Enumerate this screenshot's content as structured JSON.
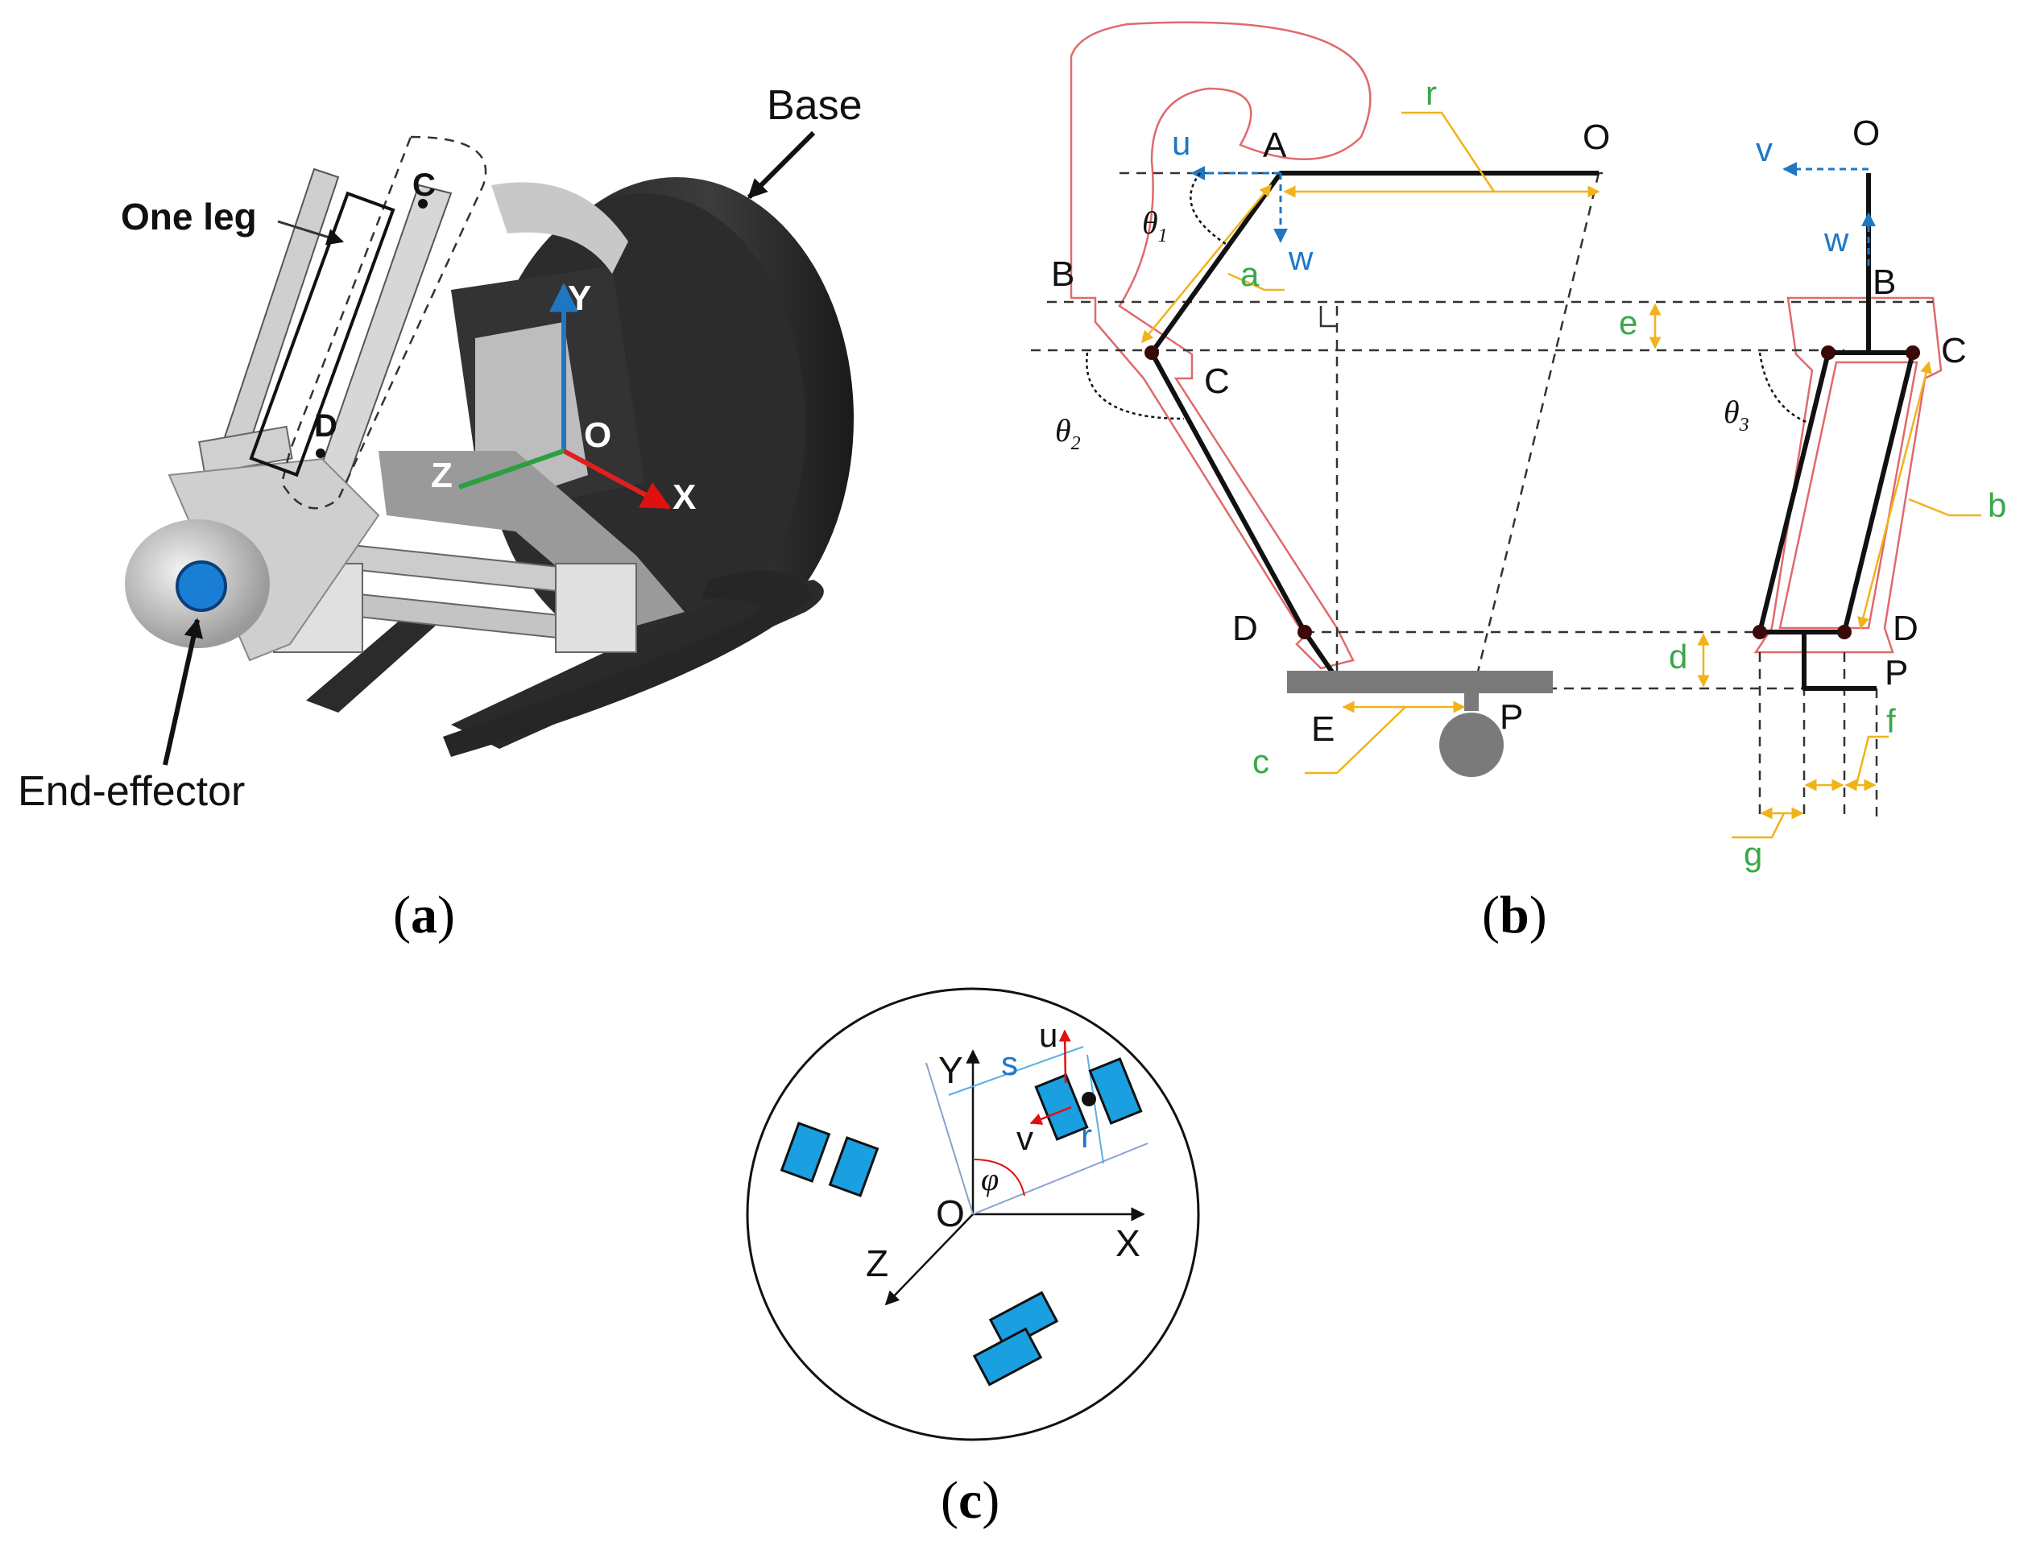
{
  "captions": {
    "a": "a",
    "b": "b",
    "c": "c"
  },
  "panel_a": {
    "base_label": "Base",
    "one_leg_label": "One leg",
    "end_effector_label": "End-effector",
    "point_c": "C",
    "point_d": "D",
    "axis_y": "Y",
    "axis_x": "X",
    "axis_z": "Z",
    "origin": "O",
    "colors": {
      "y_axis": "#1f77c4",
      "x_axis": "#e02020",
      "z_axis": "#2aa040",
      "end_effector": "#1a7fd4"
    }
  },
  "panel_b": {
    "points": {
      "A": "A",
      "O": "O",
      "B": "B",
      "C": "C",
      "D": "D",
      "E": "E",
      "P": "P",
      "O2": "O",
      "B2": "B",
      "C2": "C",
      "D2": "D",
      "P2": "P"
    },
    "axes": {
      "u": "u",
      "w": "w",
      "v": "v",
      "w2": "w"
    },
    "dims": {
      "r": "r",
      "a": "a",
      "b": "b",
      "c": "c",
      "d": "d",
      "e": "e",
      "f": "f",
      "g": "g"
    },
    "angles": {
      "theta1": "θ",
      "theta1_sub": "1",
      "theta2": "θ",
      "theta2_sub": "2",
      "theta3": "θ",
      "theta3_sub": "3"
    },
    "colors": {
      "outline": "#e06a6a",
      "dimension": "#f2b21a",
      "axis": "#1f77c4",
      "dim_text": "#3aa84a"
    }
  },
  "panel_c": {
    "axis_y": "Y",
    "axis_x": "X",
    "axis_z": "Z",
    "origin": "O",
    "u": "u",
    "v": "v",
    "s": "s",
    "r": "r",
    "phi": "φ",
    "colors": {
      "blocks": "#1a9fe0",
      "arrow": "#e01010",
      "dim": "#1f77c4"
    }
  }
}
